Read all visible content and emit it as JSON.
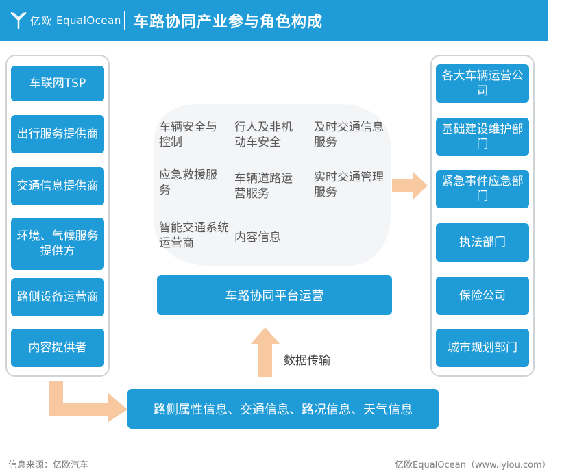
{
  "header": {
    "logo_cn": "亿欧",
    "logo_en": "EqualOcean",
    "title": "车路协同产业参与角色构成"
  },
  "left_roles": [
    "车联网TSP",
    "出行服务提供商",
    "交通信息提供商",
    "环境、气候服务提供方",
    "路侧设备运营商",
    "内容提供者"
  ],
  "services": [
    "车辆安全与控制",
    "行人及非机动车安全",
    "及时交通信息服务",
    "应急救援服务",
    "车辆道路运营服务",
    "实时交通管理服务",
    "智能交通系统运营商",
    "内容信息"
  ],
  "platform": "车路协同平台运营",
  "data_bar": "路侧属性信息、交通信息、路况信息、天气信息",
  "arrow_label": "数据传输",
  "right_roles": [
    "各大车辆运营公司",
    "基础建设维护部门",
    "紧急事件应急部门",
    "执法部门",
    "保险公司",
    "城市规划部门"
  ],
  "footer": {
    "source": "信息来源：亿欧汽车",
    "brand": "亿欧EqualOcean（www.iyiou.com）"
  },
  "colors": {
    "primary_blue": "#1f9bd7",
    "arrow_orange": "#f8c8a0",
    "panel_border": "#cfd4d8",
    "cloud_bg": "#f4f5f7"
  }
}
